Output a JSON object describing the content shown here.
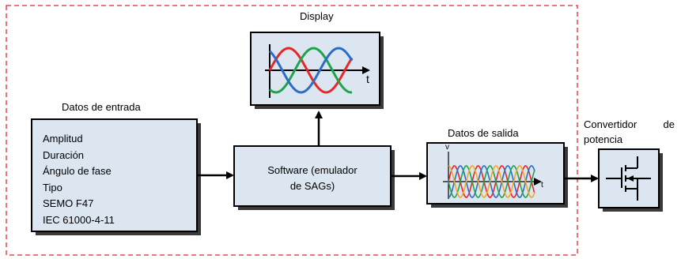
{
  "display": {
    "title": "Display",
    "axis_t": "t"
  },
  "input": {
    "title": "Datos de entrada",
    "items": [
      "Amplitud",
      "Duración",
      "Ángulo de fase",
      "Tipo",
      "SEMO F47",
      "IEC 61000-4-11"
    ]
  },
  "software": {
    "line1": "Software (emulador",
    "line2": "de SAGs)"
  },
  "output": {
    "title": "Datos de salida",
    "axis_v": "v",
    "axis_t": "t"
  },
  "converter": {
    "title_word1": "Convertidor",
    "title_word2": "de",
    "title_line2": "potencia"
  },
  "colors": {
    "boundary": "#e8262a",
    "box_fill": "#dce6f1",
    "phase_red": "#e8262a",
    "phase_green": "#1ea44a",
    "phase_blue": "#2b6cc4",
    "phase_orange": "#f5a623"
  }
}
